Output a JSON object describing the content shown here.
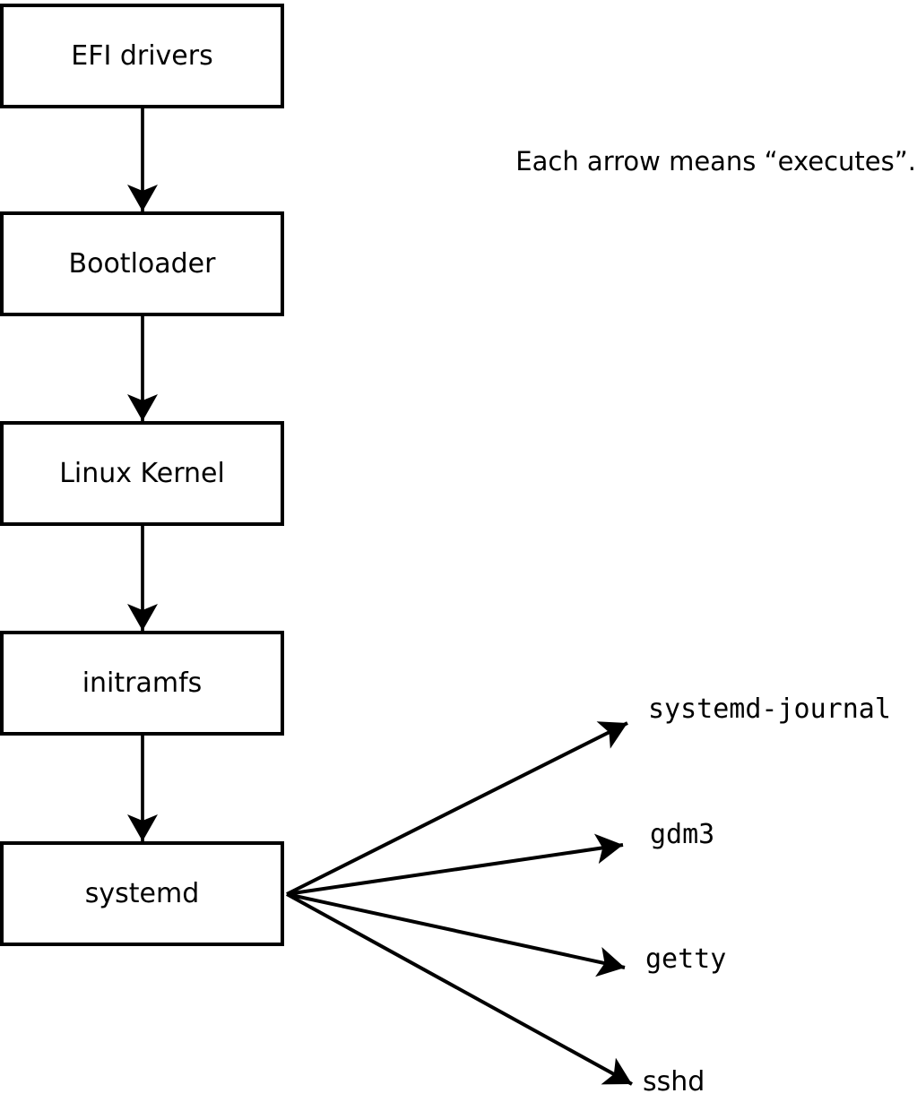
{
  "diagram": {
    "note": "Each arrow means “executes”.",
    "chain": [
      {
        "id": "efi-drivers",
        "label": "EFI drivers"
      },
      {
        "id": "bootloader",
        "label": "Bootloader"
      },
      {
        "id": "linux-kernel",
        "label": "Linux Kernel"
      },
      {
        "id": "initramfs",
        "label": "initramfs"
      },
      {
        "id": "systemd",
        "label": "systemd"
      }
    ],
    "spawned": [
      {
        "id": "systemd-journal",
        "label": "systemd-journal"
      },
      {
        "id": "gdm3",
        "label": "gdm3"
      },
      {
        "id": "getty",
        "label": "getty"
      },
      {
        "id": "sshd",
        "label": "sshd"
      }
    ],
    "colors": {
      "line": "#000000",
      "background": "#ffffff",
      "box_fill": "#ffffff"
    }
  }
}
